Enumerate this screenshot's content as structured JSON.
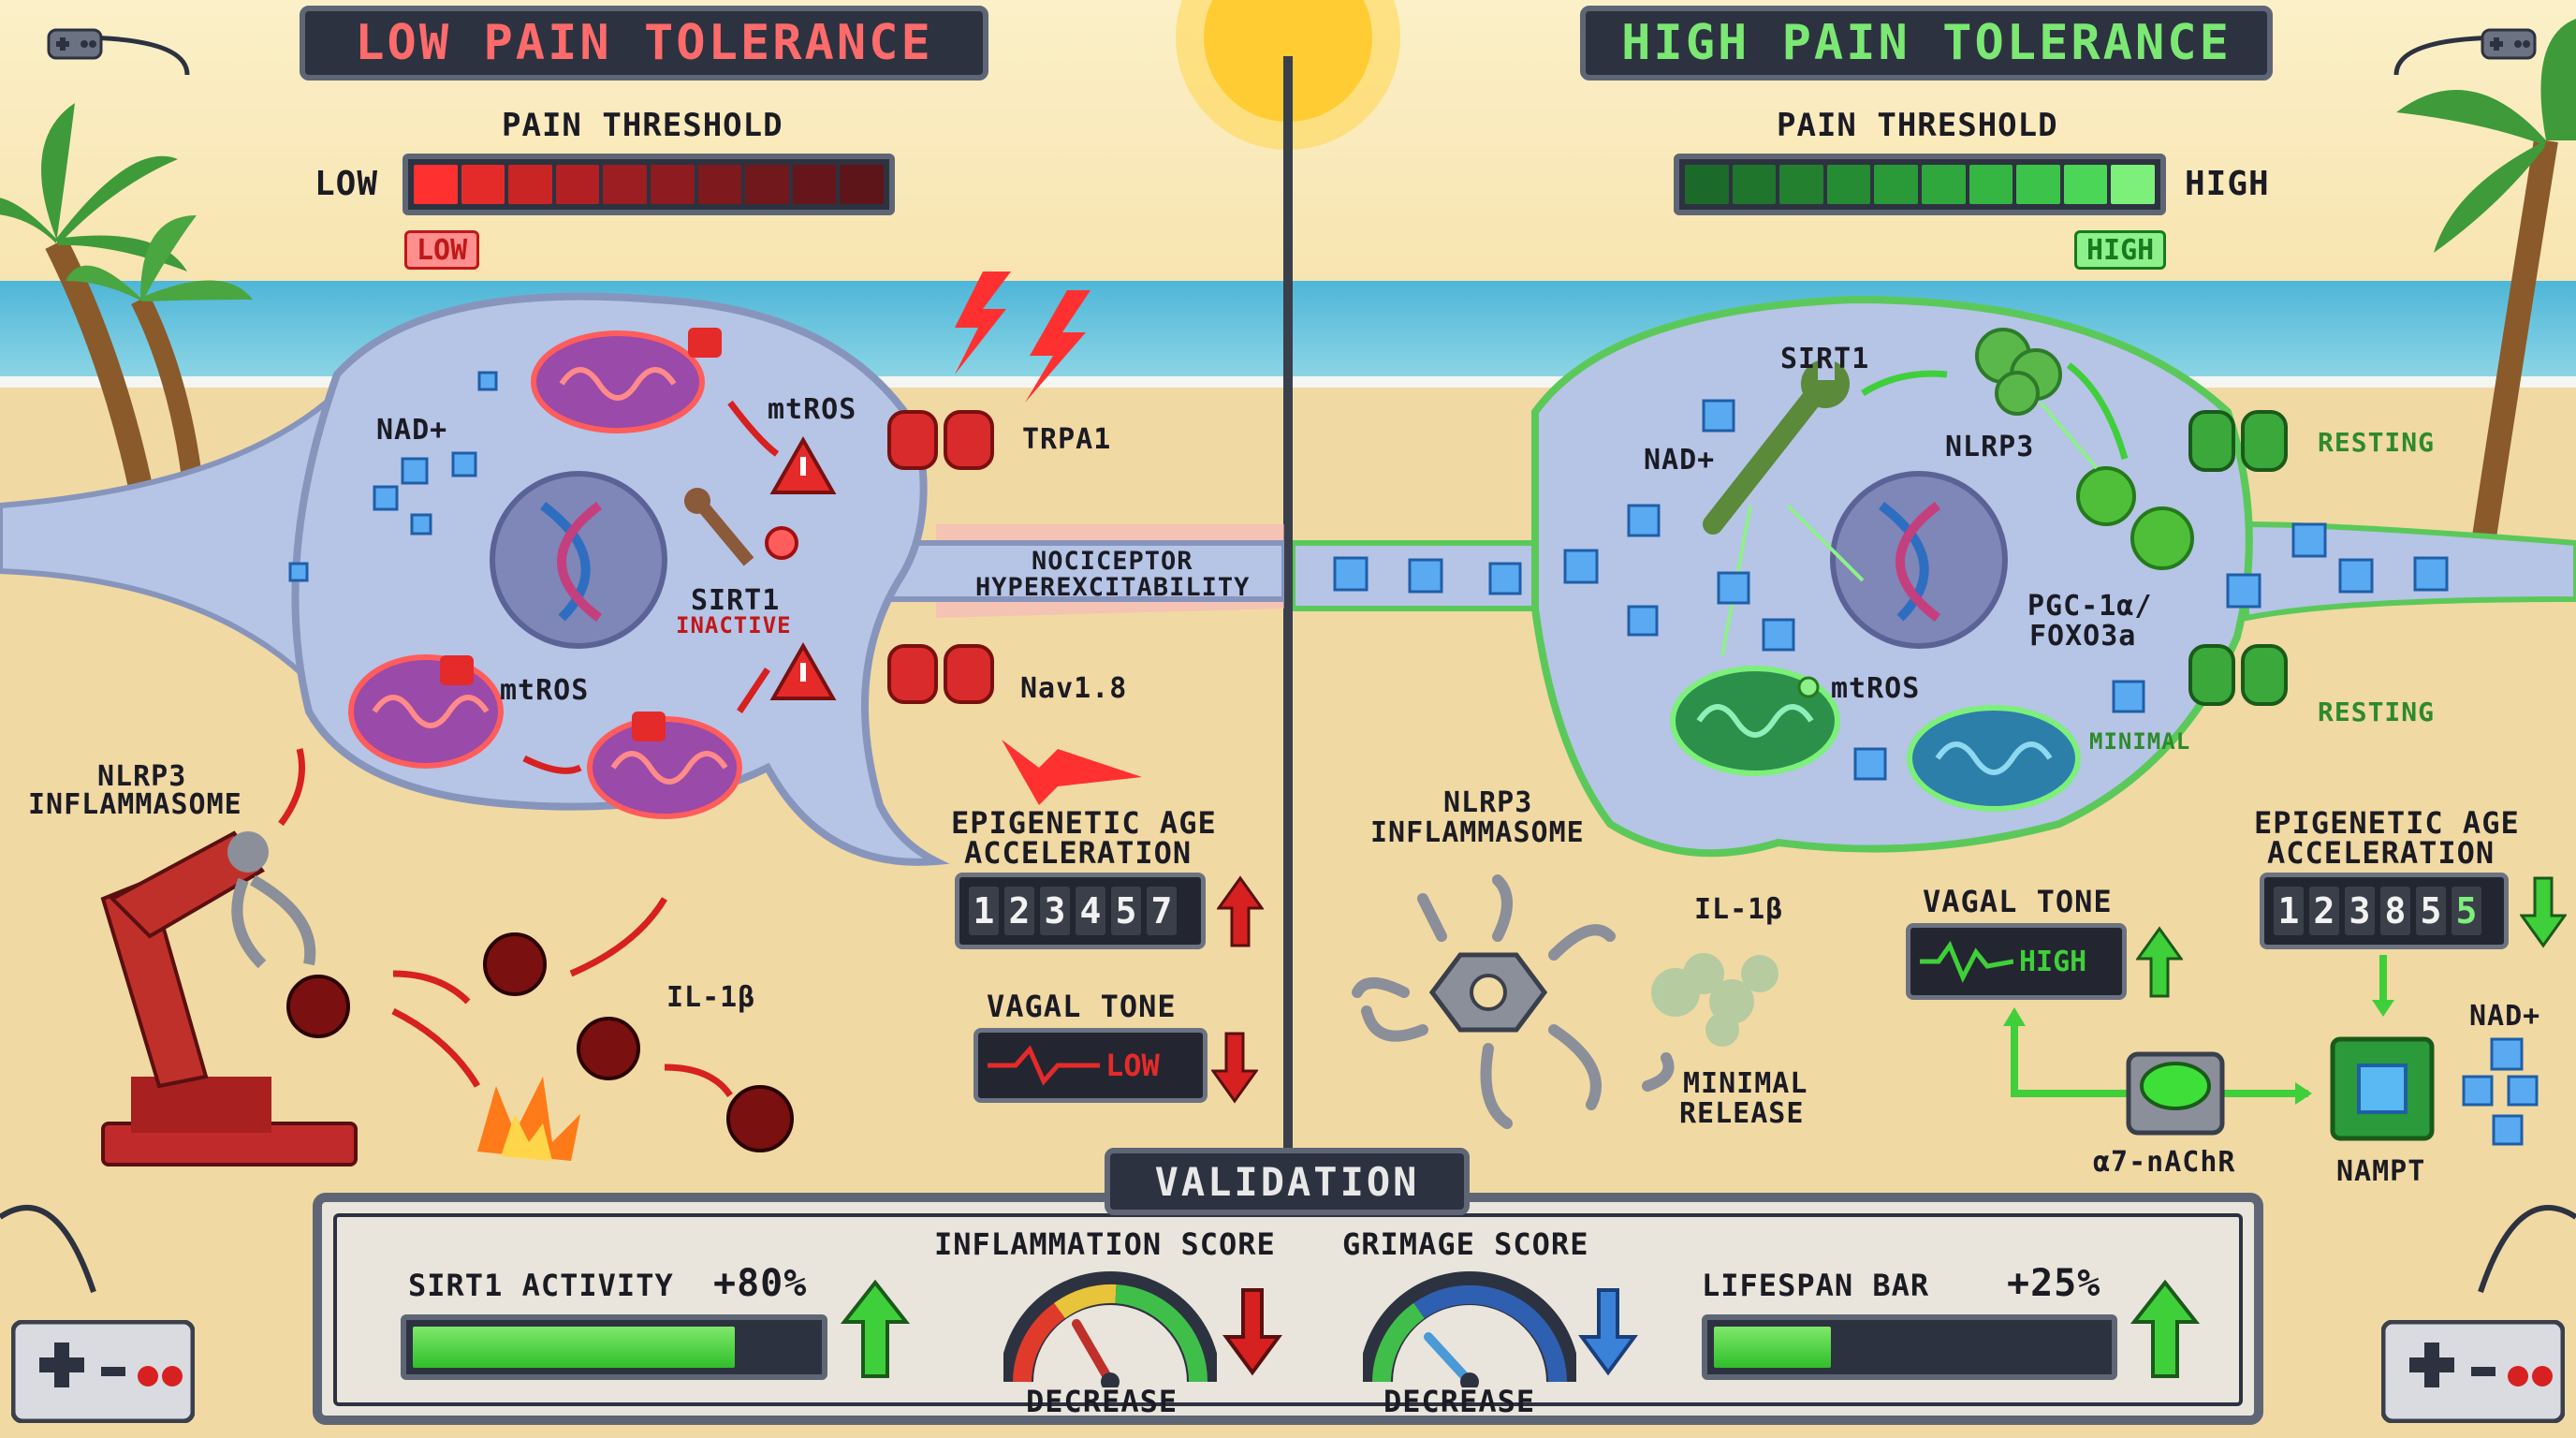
{
  "left_panel": {
    "title": "LOW PAIN TOLERANCE",
    "threshold_label": "PAIN THRESHOLD",
    "threshold_side_label": "LOW",
    "threshold_marker": "LOW",
    "labels": {
      "nad": "NAD+",
      "mtros_top": "mtROS",
      "trpa1": "TRPA1",
      "nociceptor": "NOCICEPTOR",
      "hyperexcitability": "HYPEREXCITABILITY",
      "sirt1": "SIRT1",
      "sirt1_state": "INACTIVE",
      "mtros_bottom": "mtROS",
      "nav18": "Nav1.8",
      "nlrp3_line1": "NLRP3",
      "nlrp3_line2": "INFLAMMASOME",
      "il1b": "IL-1β"
    },
    "epigenetic_line1": "EPIGENETIC AGE",
    "epigenetic_line2": "ACCELERATION",
    "epigenetic_digits": [
      "1",
      "2",
      "3",
      "4",
      "5",
      "7"
    ],
    "vagal_label": "VAGAL TONE",
    "vagal_value": "LOW",
    "colors": {
      "accent": "#e8333a",
      "title_text": "#ff6b6b"
    }
  },
  "right_panel": {
    "title": "HIGH PAIN TOLERANCE",
    "threshold_label": "PAIN THRESHOLD",
    "threshold_side_label": "HIGH",
    "threshold_marker": "HIGH",
    "labels": {
      "sirt1": "SIRT1",
      "nad": "NAD+",
      "nlrp3": "NLRP3",
      "resting_top": "RESTING",
      "pgc_line1": "PGC-1α/",
      "pgc_line2": "FOXO3a",
      "mtros": "mtROS",
      "minimal": "MINIMAL",
      "resting_bottom": "RESTING",
      "nlrp3_line1": "NLRP3",
      "nlrp3_line2": "INFLAMMASOME",
      "il1b": "IL-1β",
      "release_line1": "MINIMAL",
      "release_line2": "RELEASE",
      "a7": "α7-nAChR",
      "nampt": "NAMPT",
      "nad_right": "NAD+"
    },
    "epigenetic_line1": "EPIGENETIC AGE",
    "epigenetic_line2": "ACCELERATION",
    "epigenetic_digits": [
      "1",
      "2",
      "3",
      "8",
      "5",
      "5"
    ],
    "vagal_label": "VAGAL TONE",
    "vagal_value": "HIGH",
    "colors": {
      "accent": "#3fcf3a",
      "title_text": "#7be873"
    }
  },
  "validation": {
    "title": "VALIDATION",
    "sirt1_label": "SIRT1 ACTIVITY",
    "sirt1_value": "+80%",
    "sirt1_fraction": 0.8,
    "inflammation_label": "INFLAMMATION SCORE",
    "inflammation_caption": "DECREASE",
    "grimage_label": "GRIMAGE SCORE",
    "grimage_caption": "DECREASE",
    "lifespan_label": "LIFESPAN BAR",
    "lifespan_value": "+25%",
    "lifespan_fraction": 0.3
  }
}
